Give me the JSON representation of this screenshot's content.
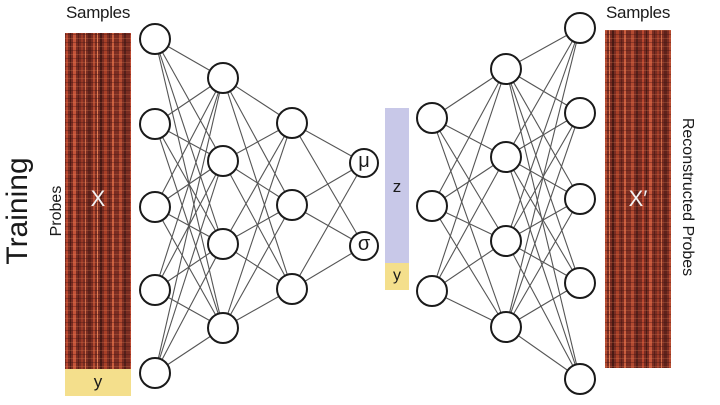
{
  "section_label": "Training",
  "encoder": {
    "samples_label": "Samples",
    "probes_label": "Probes",
    "matrix_label": "X",
    "label_bar": "y",
    "mu_label": "μ",
    "sigma_label": "σ"
  },
  "latent": {
    "z_label": "z",
    "y_label": "y"
  },
  "decoder": {
    "samples_label": "Samples",
    "matrix_label": "X′",
    "reconstructed_label": "Reconstructed Probes"
  },
  "colors": {
    "matrix_dark": "#6e2a20",
    "matrix_light": "#c4553a",
    "label_bar": "#f4df8c",
    "latent_z": "#c8c8e8",
    "node_stroke": "#1a1a1a",
    "edge": "#555555"
  },
  "layers": {
    "encoder": [
      5,
      4,
      3,
      2
    ],
    "decoder": [
      3,
      4,
      5
    ]
  }
}
